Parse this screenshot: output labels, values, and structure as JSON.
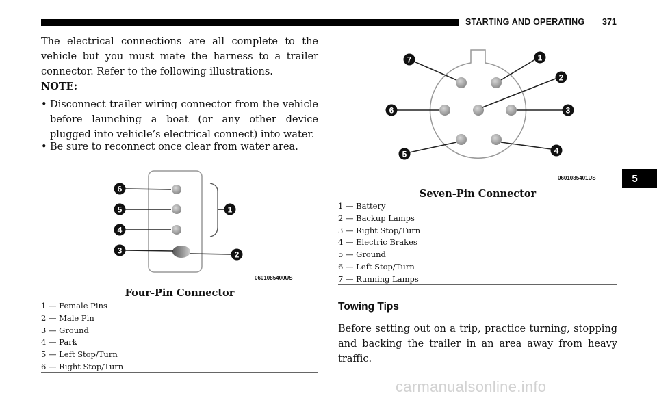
{
  "header": {
    "title": "STARTING AND OPERATING",
    "page_number": "371"
  },
  "section_tab": "5",
  "intro": "The electrical connections are all complete to the vehicle but you must mate the harness to a trailer connector. Refer to the following illustrations.",
  "note_label": "NOTE:",
  "bullets": [
    "Disconnect trailer wiring connector from the vehicle before launching a boat (or any other device plugged into vehicle’s electrical connect) into water.",
    "Be sure to reconnect once clear from water area."
  ],
  "bullet_symbol": "•",
  "four_pin": {
    "code": "0601085400US",
    "callouts": [
      "1",
      "2",
      "3",
      "4",
      "5",
      "6"
    ],
    "caption": "Four-Pin Connector",
    "legend": [
      "1 — Female Pins",
      "2 — Male Pin",
      "3 — Ground",
      "4 — Park",
      "5 — Left Stop/Turn",
      "6 — Right Stop/Turn"
    ]
  },
  "seven_pin": {
    "code": "0601085401US",
    "callouts": [
      "1",
      "2",
      "3",
      "4",
      "5",
      "6",
      "7"
    ],
    "caption": "Seven-Pin Connector",
    "legend": [
      "1 — Battery",
      "2 — Backup Lamps",
      "3 — Right Stop/Turn",
      "4 — Electric Brakes",
      "5 — Ground",
      "6 — Left Stop/Turn",
      "7 — Running Lamps"
    ]
  },
  "towing": {
    "heading": "Towing Tips",
    "text": "Before setting out on a trip, practice turning, stopping and backing the trailer in an area away from heavy traffic."
  },
  "watermark": "carmanualsonline.info"
}
